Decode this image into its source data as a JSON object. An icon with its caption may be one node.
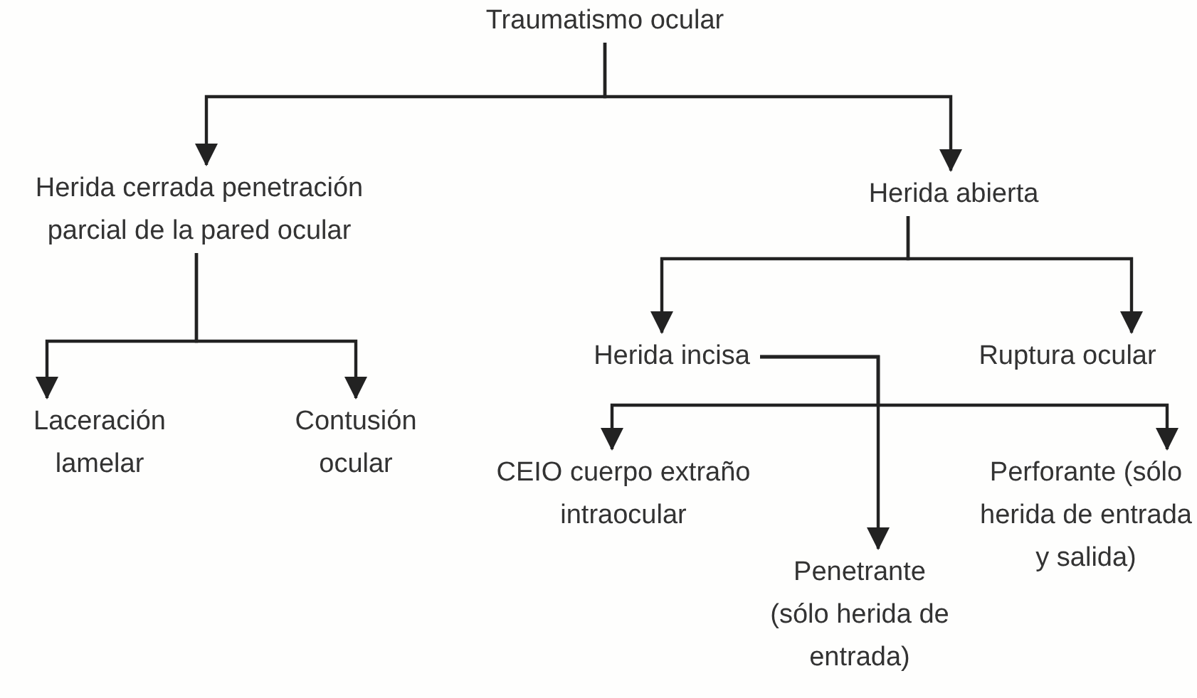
{
  "diagram": {
    "nodes": [
      {
        "text": [
          "Traumatismo ocular"
        ]
      },
      {
        "text": [
          "Herida cerrada penetración parcial de la pared ocular"
        ]
      },
      {
        "text": [
          "Herida abierta"
        ]
      },
      {
        "text": [
          "Laceración lamelar"
        ]
      },
      {
        "text": [
          "Contusión ocular"
        ]
      },
      {
        "text": [
          "Herida incisa"
        ]
      },
      {
        "text": [
          "Ruptura ocular"
        ]
      },
      {
        "text": [
          "CEIO cuerpo extraño intraocular"
        ]
      },
      {
        "text": [
          "Penetrante (sólo herida de entrada)"
        ]
      },
      {
        "text": [
          "Perforante (sólo herida de entrada y salida)"
        ]
      }
    ],
    "edges": [
      {
        "from": 0,
        "to": 1,
        "arrow": "to"
      },
      {
        "from": 0,
        "to": 2,
        "arrow": "to"
      },
      {
        "from": 1,
        "to": 3,
        "arrow": "to"
      },
      {
        "from": 1,
        "to": 4,
        "arrow": "to"
      },
      {
        "from": 2,
        "to": 5,
        "arrow": "to"
      },
      {
        "from": 2,
        "to": 6,
        "arrow": "to"
      },
      {
        "from": 5,
        "to": 7,
        "arrow": "to"
      },
      {
        "from": 5,
        "to": 8,
        "arrow": "to"
      },
      {
        "from": 5,
        "to": 9,
        "arrow": "to"
      }
    ]
  }
}
